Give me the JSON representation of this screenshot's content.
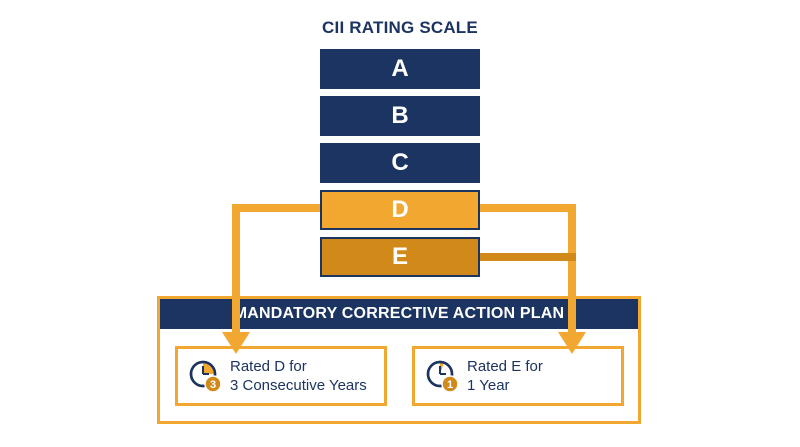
{
  "title": "CII RATING SCALE",
  "ratings": [
    {
      "label": "A"
    },
    {
      "label": "B"
    },
    {
      "label": "C"
    },
    {
      "label": "D"
    },
    {
      "label": "E"
    }
  ],
  "plan": {
    "header": "MANDATORY CORRECTIVE ACTION PLAN",
    "criteria": [
      {
        "line1": "Rated D for",
        "line2": "3 Consecutive Years",
        "badge": "3",
        "icon": "clock-icon"
      },
      {
        "line1": "Rated E for",
        "line2": "1 Year",
        "badge": "1",
        "icon": "clock-icon"
      }
    ]
  },
  "colors": {
    "navy": "#1b3461",
    "amber": "#f2a830",
    "dark_amber": "#d18a19"
  }
}
